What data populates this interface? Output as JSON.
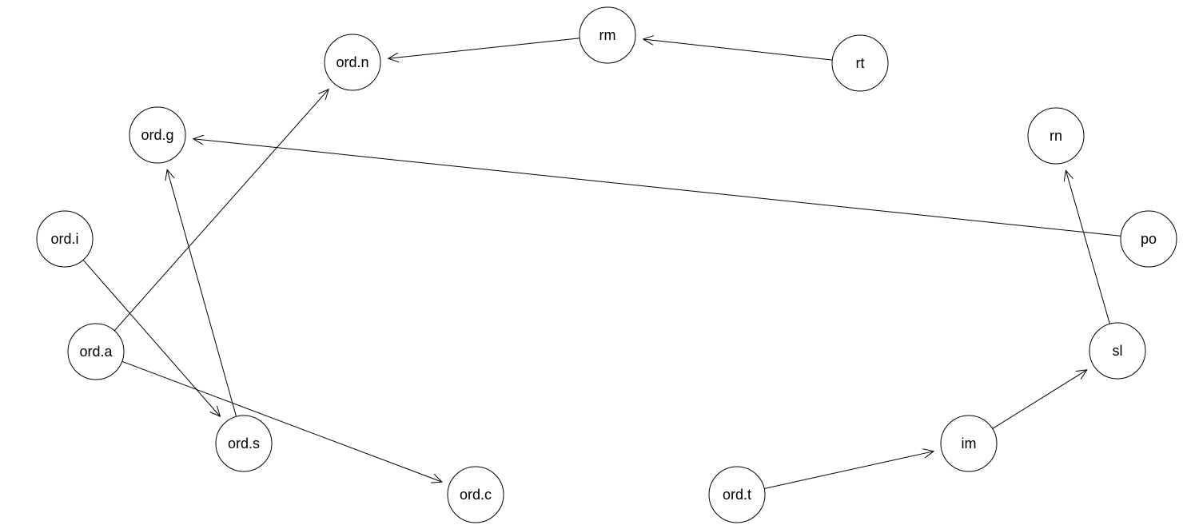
{
  "diagram": {
    "type": "directed-graph",
    "colors": {
      "stroke": "#000000",
      "fill": "#ffffff",
      "background": "#ffffff"
    },
    "nodes": [
      {
        "id": "rm",
        "label": "rm"
      },
      {
        "id": "rt",
        "label": "rt"
      },
      {
        "id": "ord.n",
        "label": "ord.n"
      },
      {
        "id": "ord.g",
        "label": "ord.g"
      },
      {
        "id": "rn",
        "label": "rn"
      },
      {
        "id": "ord.i",
        "label": "ord.i"
      },
      {
        "id": "po",
        "label": "po"
      },
      {
        "id": "ord.a",
        "label": "ord.a"
      },
      {
        "id": "sl",
        "label": "sl"
      },
      {
        "id": "ord.s",
        "label": "ord.s"
      },
      {
        "id": "im",
        "label": "im"
      },
      {
        "id": "ord.c",
        "label": "ord.c"
      },
      {
        "id": "ord.t",
        "label": "ord.t"
      }
    ],
    "edges": [
      {
        "from": "rm",
        "to": "ord.n"
      },
      {
        "from": "rt",
        "to": "rm"
      },
      {
        "from": "po",
        "to": "ord.g"
      },
      {
        "from": "ord.a",
        "to": "ord.n"
      },
      {
        "from": "ord.s",
        "to": "ord.g"
      },
      {
        "from": "ord.i",
        "to": "ord.s"
      },
      {
        "from": "ord.a",
        "to": "ord.c"
      },
      {
        "from": "sl",
        "to": "rn"
      },
      {
        "from": "im",
        "to": "sl"
      },
      {
        "from": "ord.t",
        "to": "im"
      }
    ]
  }
}
